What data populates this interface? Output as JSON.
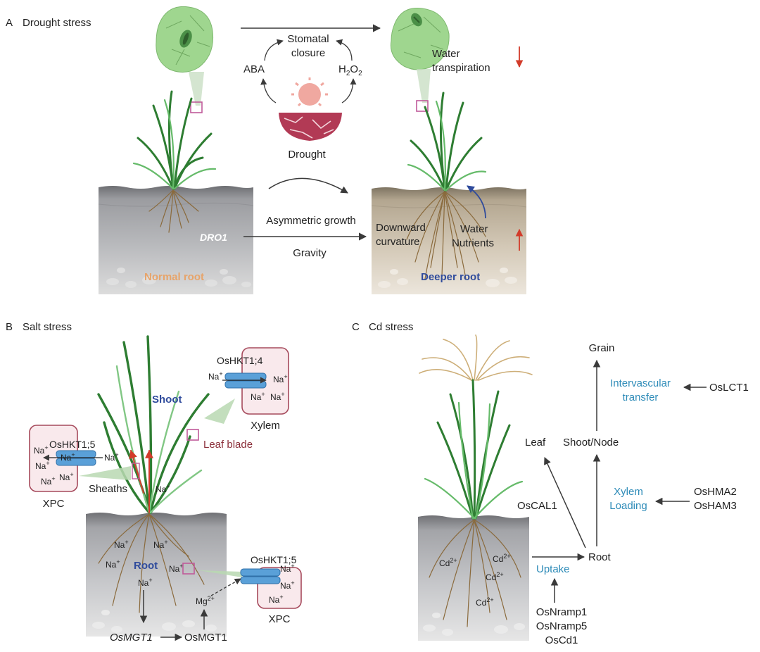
{
  "panel_a": {
    "letter": "A",
    "title": "Drought stress",
    "stomatal_closure_line1": "Stomatal",
    "stomatal_closure_line2": "closure",
    "aba": "ABA",
    "h2o2_base": "H",
    "h2o2_sub": "2",
    "h2o2_mid": "O",
    "h2o2_sub2": "2",
    "drought": "Drought",
    "water_transpiration_line1": "Water",
    "water_transpiration_line2": "transpiration",
    "asymmetric_growth": "Asymmetric growth",
    "gravity": "Gravity",
    "dro1": "DRO1",
    "normal_root": "Normal root",
    "downward_curvature_line1": "Downward",
    "downward_curvature_line2": "curvature",
    "water": "Water",
    "nutrients": "Nutrients",
    "deeper_root": "Deeper root"
  },
  "panel_b": {
    "letter": "B",
    "title": "Salt stress",
    "oshkt14": "OsHKT1;4",
    "oshkt15_top": "OsHKT1;5",
    "oshkt15_bottom": "OsHKT1;5",
    "xylem": "Xylem",
    "shoot": "Shoot",
    "leaf_blade": "Leaf blade",
    "sheaths": "Sheaths",
    "xpc_left": "XPC",
    "xpc_right": "XPC",
    "root": "Root",
    "na": "Na",
    "plus": "+",
    "mg": "Mg",
    "mg_charge": "2+",
    "osmgt1_gene": "OsMGT1",
    "osmgt1_protein": "OsMGT1"
  },
  "panel_c": {
    "letter": "C",
    "title": "Cd stress",
    "grain": "Grain",
    "intervascular_line1": "Intervascular",
    "intervascular_line2": "transfer",
    "oslct1": "OsLCT1",
    "leaf": "Leaf",
    "shoot_node": "Shoot/Node",
    "xylem_loading_line1": "Xylem",
    "xylem_loading_line2": "Loading",
    "oshma2": "OsHMA2",
    "osham3": "OsHAM3",
    "oscal1": "OsCAL1",
    "root": "Root",
    "uptake": "Uptake",
    "cd": "Cd",
    "cd_charge": "2+",
    "osnramp1": "OsNramp1",
    "osnramp5": "OsNramp5",
    "oscd1": "OsCd1"
  },
  "colors": {
    "arrow": "#3a3a3a",
    "red_arrow": "#d23b2a",
    "blue_label": "#2f4b9c",
    "cyan_label": "#2d8bb8",
    "orange_label": "#e7a46a",
    "maroon_label": "#8b2f3a",
    "leaf_green": "#8ccf7d",
    "soil_dark": "#8e8f93",
    "soil_tan": "#c9bca8"
  }
}
